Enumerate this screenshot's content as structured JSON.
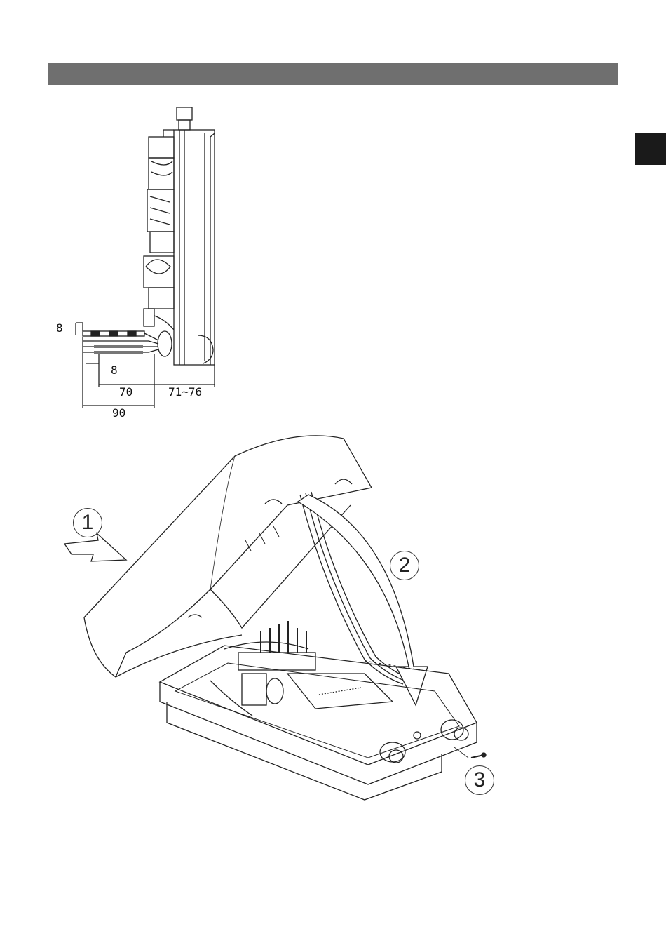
{
  "dimensions": {
    "top_depth": "8",
    "inner_depth": "8",
    "strip_length": "70",
    "wall_gap": "71~76",
    "total_length": "90"
  },
  "steps": [
    "1",
    "2",
    "3"
  ],
  "colors": {
    "header_bar": "#6f6f6f",
    "edge_tab": "#1a1a1a",
    "line": "#222222"
  }
}
